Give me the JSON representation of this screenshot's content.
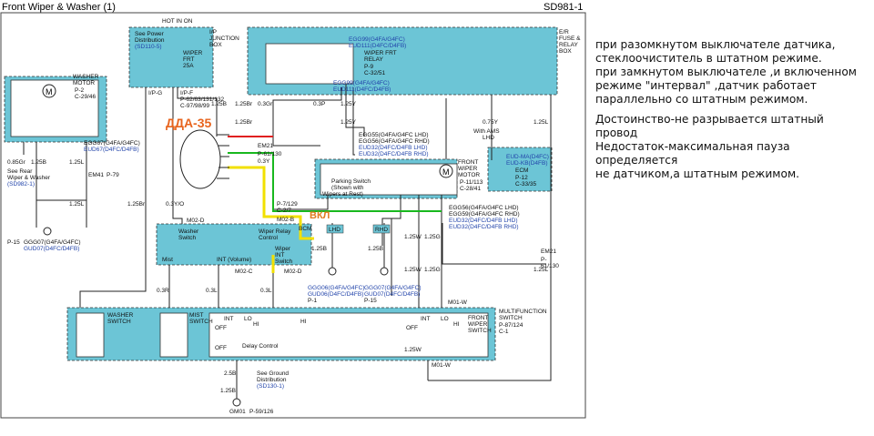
{
  "diagram": {
    "title": "Front Wiper & Washer (1)",
    "code": "SD981-1",
    "hot_in_on": "HOT IN ON",
    "see_power": [
      "See Power",
      "Distribution",
      "(SD110-5)"
    ],
    "ip_junction": [
      "I/P",
      "JUNCTION",
      "BOX"
    ],
    "wiper_fuse": [
      "WIPER",
      "FRT",
      "25A"
    ],
    "er_fuse": [
      "E/R",
      "FUSE &",
      "RELAY",
      "BOX"
    ],
    "washer_motor": [
      "WASHER",
      "MOTOR"
    ],
    "p2": [
      "P-2",
      "C-29/46"
    ],
    "egg67": "EGG67(G4FA/G4FC)",
    "eud67": "EUD67(D4FC/D4FB)",
    "egg99": "EGG99(G4FA/G4FC)",
    "eud111": "EUD111(D4FC/D4FB)",
    "wiper_frt_relay": [
      "WIPER FRT",
      "RELAY"
    ],
    "p9": [
      "P-9",
      "C-32/51"
    ],
    "ipf": [
      "I/P-F",
      "P-62/63/131/132",
      "C-97/98/99"
    ],
    "ipg": "I/P-G",
    "dda": "ДДА-35",
    "vkl": "ВКЛ",
    "em21": "EM21",
    "p61": "P-61/130",
    "em41": "EM41",
    "p79": "P-79",
    "see_rear": [
      "See Rear",
      "Wiper & Washer",
      "(SD982-1)"
    ],
    "with_ams": [
      "With AMS",
      "LHD"
    ],
    "eud_ma": "EUD-MA(D4FC)",
    "eud_kb": "EUD-KB(D4FB)",
    "ecm": "ECM",
    "p12": [
      "P-12",
      "C-33/35"
    ],
    "egg55_group": [
      "EGG55(G4FA/G4FC LHD)",
      "EGG56(G4FA/G4FC RHD)",
      "EUD32(D4FC/D4FB LHD)",
      "EUD32(D4FC/D4FB RHD)"
    ],
    "egg56_group": [
      "EGG56(G4FA/G4FC LHD)",
      "EGG59(G4FA/G4FC RHD)",
      "EUD32(D4FC/D4FB LHD)",
      "EUD32(D4FC/D4FB RHD)"
    ],
    "front_wiper_motor": [
      "FRONT",
      "WIPER",
      "MOTOR"
    ],
    "p11": [
      "P-11/113",
      "C-28/41"
    ],
    "parking_switch": [
      "Parking Switch",
      "(Shown with",
      "Wipers at Rest)"
    ],
    "p7": [
      "P-7/129",
      "C-2/7"
    ],
    "m02b": "M02-B",
    "bcm": "BCM",
    "washer_switch_lbl": [
      "Washer",
      "Switch"
    ],
    "wiper_relay_ctrl": [
      "Wiper Relay",
      "Control"
    ],
    "mist": "Mist",
    "int_volume": "INT (Volume)",
    "wiper_int_switch": [
      "Wiper",
      "INT",
      "Switch"
    ],
    "m02d": "M02-D",
    "m02c": "M02-C",
    "lhd": "LHD",
    "rhd": "RHD",
    "p15": "P-15",
    "ggg07": "GGG07(G4FA/G4FC)",
    "gud07": "GUD07(D4FC/D4FB)",
    "ggg06": "GGG06(G4FA/G4FC)",
    "gud06": "GUD06(D4FC/D4FB)",
    "p1": "P-1",
    "m01w": "M01-W",
    "multifunction": [
      "MULTIFUNCTION",
      "SWITCH"
    ],
    "p87": [
      "P-87/124",
      "C-1"
    ],
    "washer_switch": [
      "WASHER",
      "SWITCH"
    ],
    "mist_switch": [
      "MIST",
      "SWITCH"
    ],
    "front_wiper_switch": [
      "FRONT",
      "WIPER",
      "SWITCH"
    ],
    "delay_control": "Delay Control",
    "sw_labels": {
      "int": "INT",
      "off": "OFF",
      "lo": "LO",
      "hi": "HI"
    },
    "see_ground": [
      "See Ground",
      "Distribution",
      "(SD130-1)"
    ],
    "gm01": "GM01",
    "p59": "P-59/126",
    "p40": [
      "P-",
      "61/130"
    ],
    "wire": {
      "b125": "1.25B",
      "br125": "1.25Br",
      "y125": "1.25Y",
      "l125": "1.25L",
      "gr03": "0.3Gr",
      "p03": "0.3P",
      "y075": "0.75Y",
      "gr085": "0.85Gr",
      "b125b": "1.25B",
      "w125": "1.25W",
      "g125": "1.25G",
      "yo03": "0.3Y/O",
      "r03": "0.3R",
      "l03": "0.3L",
      "lo03": "0.3L",
      "br03": "1.25Br",
      "g2": "0.3Y",
      "l16": "1.25L",
      "b25": "2.5B",
      "b125c": "1.25B"
    }
  },
  "notes": [
    "при разомкнутом выключателе датчика,",
    "стеклоочиститель в штатном режиме.",
    "при замкнутом выключателе ,и включенном",
    "режиме \"интервал\" ,датчик работает",
    "параллельно со штатным режимом.",
    "Достоинство-не разрывается штатный провод",
    "Недостаток-максимальная пауза определяется",
    "не датчиком,а штатным режимом."
  ],
  "colors": {
    "box_fill": "#6cc5d6",
    "dda": "#e8641e",
    "vkl": "#e07a1e",
    "green_wire": "#18b81e",
    "yellow_wire": "#f2e000",
    "red_wire": "#e02020"
  }
}
